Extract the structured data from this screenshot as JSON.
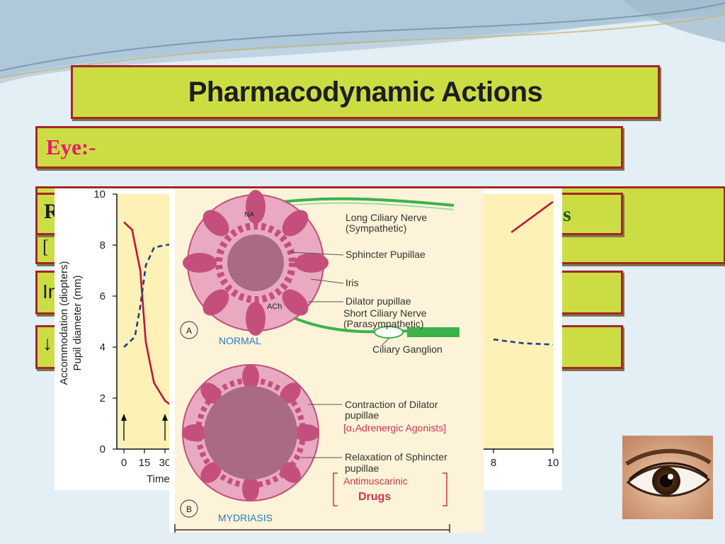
{
  "slide": {
    "title": "Pharmacodynamic Actions",
    "section_label": "Eye:-",
    "row_fragments": {
      "row1_left": "R",
      "row1_right": "s",
      "row1_second_line": "[",
      "row2_left": "In",
      "row3_left": "↓"
    }
  },
  "chart_data": {
    "type": "line",
    "ylabel_lines": [
      "Accommodation (diopters)",
      "Pupil diameter (mm)"
    ],
    "xlabel": "Time",
    "x_ticks": [
      "0",
      "15",
      "30",
      "8",
      "10"
    ],
    "y_ticks": [
      "0",
      "2",
      "4",
      "6",
      "8",
      "10"
    ],
    "ylim": [
      0,
      10
    ],
    "annotation": "A",
    "series": [
      {
        "style": "solid",
        "color": "#c0143c",
        "points": [
          [
            0,
            8.9
          ],
          [
            6,
            8.6
          ],
          [
            12,
            7.0
          ],
          [
            16,
            4.2
          ],
          [
            22,
            2.6
          ],
          [
            30,
            1.9
          ],
          [
            40,
            1.5
          ]
        ]
      },
      {
        "style": "dashed",
        "color": "#1f3d8f",
        "points": [
          [
            0,
            4.0
          ],
          [
            8,
            4.4
          ],
          [
            12,
            5.6
          ],
          [
            16,
            7.2
          ],
          [
            22,
            7.9
          ],
          [
            30,
            8.0
          ],
          [
            40,
            8.05
          ]
        ]
      }
    ],
    "right_series": [
      {
        "style": "solid",
        "color": "#c0143c",
        "points": [
          [
            8.6,
            8.5
          ],
          [
            9.3,
            9.1
          ],
          [
            10,
            9.7
          ]
        ]
      },
      {
        "style": "dashed",
        "color": "#1f3d8f",
        "points": [
          [
            8.0,
            4.3
          ],
          [
            9.0,
            4.15
          ],
          [
            10,
            4.1
          ]
        ]
      }
    ]
  },
  "diagram": {
    "panel_a_letter": "A",
    "panel_a_title": "NORMAL",
    "panel_b_letter": "B",
    "panel_b_title": "MYDRIASIS",
    "na_label": "NA",
    "ach_label": "ACh",
    "labels_a": [
      "Long Ciliary Nerve",
      "(Sympathetic)",
      "Sphincter Pupillae",
      "Iris",
      "Dilator pupillae",
      "Short Ciliary Nerve",
      "(Parasympathetic)",
      "Ciliary Ganglion"
    ],
    "labels_b": [
      "Contraction of Dilator",
      "pupillae",
      "[α₁Adrenergic Agonists]",
      "Relaxation of Sphincter",
      "pupillae",
      "Antimuscarinic",
      "Drugs"
    ]
  },
  "colors": {
    "box_fill": "#ccdd44",
    "box_border": "#a52626",
    "section_label": "#e8196a",
    "chart_background": "#fdf1b5",
    "iris_pink": "#e9a9c0",
    "pupil": "#a86a85",
    "nerve_green": "#3bb34a"
  },
  "icons": {
    "photo": "eye-photo"
  }
}
